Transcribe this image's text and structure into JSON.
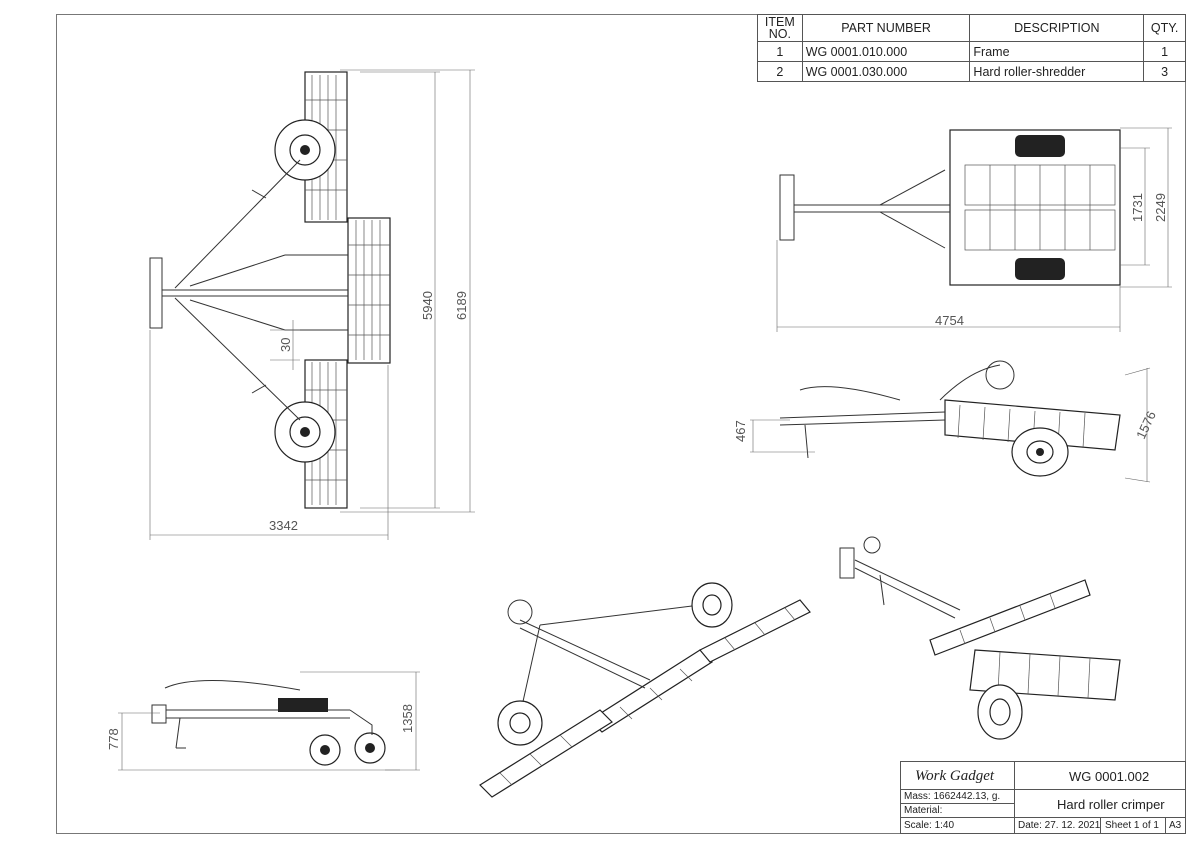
{
  "bom": {
    "headers": {
      "item": "ITEM NO.",
      "part": "PART NUMBER",
      "desc": "DESCRIPTION",
      "qty": "QTY."
    },
    "rows": [
      {
        "item": "1",
        "part": "WG 0001.010.000",
        "desc": "Frame",
        "qty": "1"
      },
      {
        "item": "2",
        "part": "WG 0001.030.000",
        "desc": "Hard roller-shredder",
        "qty": "3"
      }
    ]
  },
  "dimensions": {
    "top_width": "3342",
    "top_inner_length": "5940",
    "top_overall_length": "6189",
    "top_small": "30",
    "plan_length": "4754",
    "plan_inner_width": "1731",
    "plan_outer_width": "2249",
    "side_height": "467",
    "side_overall": "1576",
    "front_height": "778",
    "front_overall": "1358"
  },
  "title_block": {
    "company": "Work Gadget",
    "drawing_number": "WG 0001.002",
    "mass": "Mass: 1662442.13, g.",
    "material": "Material:",
    "title": "Hard roller crimper",
    "scale": "Scale: 1:40",
    "date": "Date: 27. 12. 2021",
    "sheet": "Sheet 1 of 1",
    "size": "A3"
  }
}
